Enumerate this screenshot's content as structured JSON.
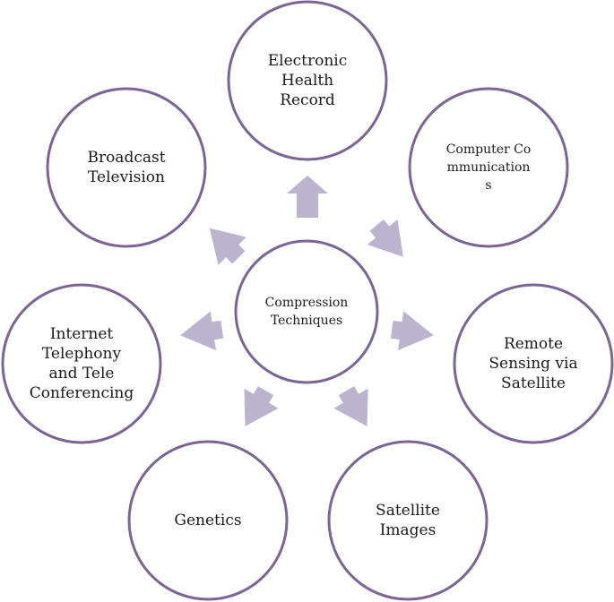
{
  "diagram": {
    "center": {
      "label": "Compression Techniques"
    },
    "nodes": [
      {
        "id": "electronic-health-record",
        "label": "Electronic Health Record"
      },
      {
        "id": "computer-communications",
        "label": "Computer Communications"
      },
      {
        "id": "remote-sensing",
        "label": "Remote Sensing via Satellite"
      },
      {
        "id": "satellite-images",
        "label": "Satellite Images"
      },
      {
        "id": "genetics",
        "label": "Genetics"
      },
      {
        "id": "internet-telephony",
        "label": "Internet Telephony and Tele Conferencing"
      },
      {
        "id": "broadcast-television",
        "label": "Broadcast Television"
      }
    ],
    "colors": {
      "circle_stroke": "#7b6496",
      "arrow_fill": "#bcb3cf"
    }
  }
}
